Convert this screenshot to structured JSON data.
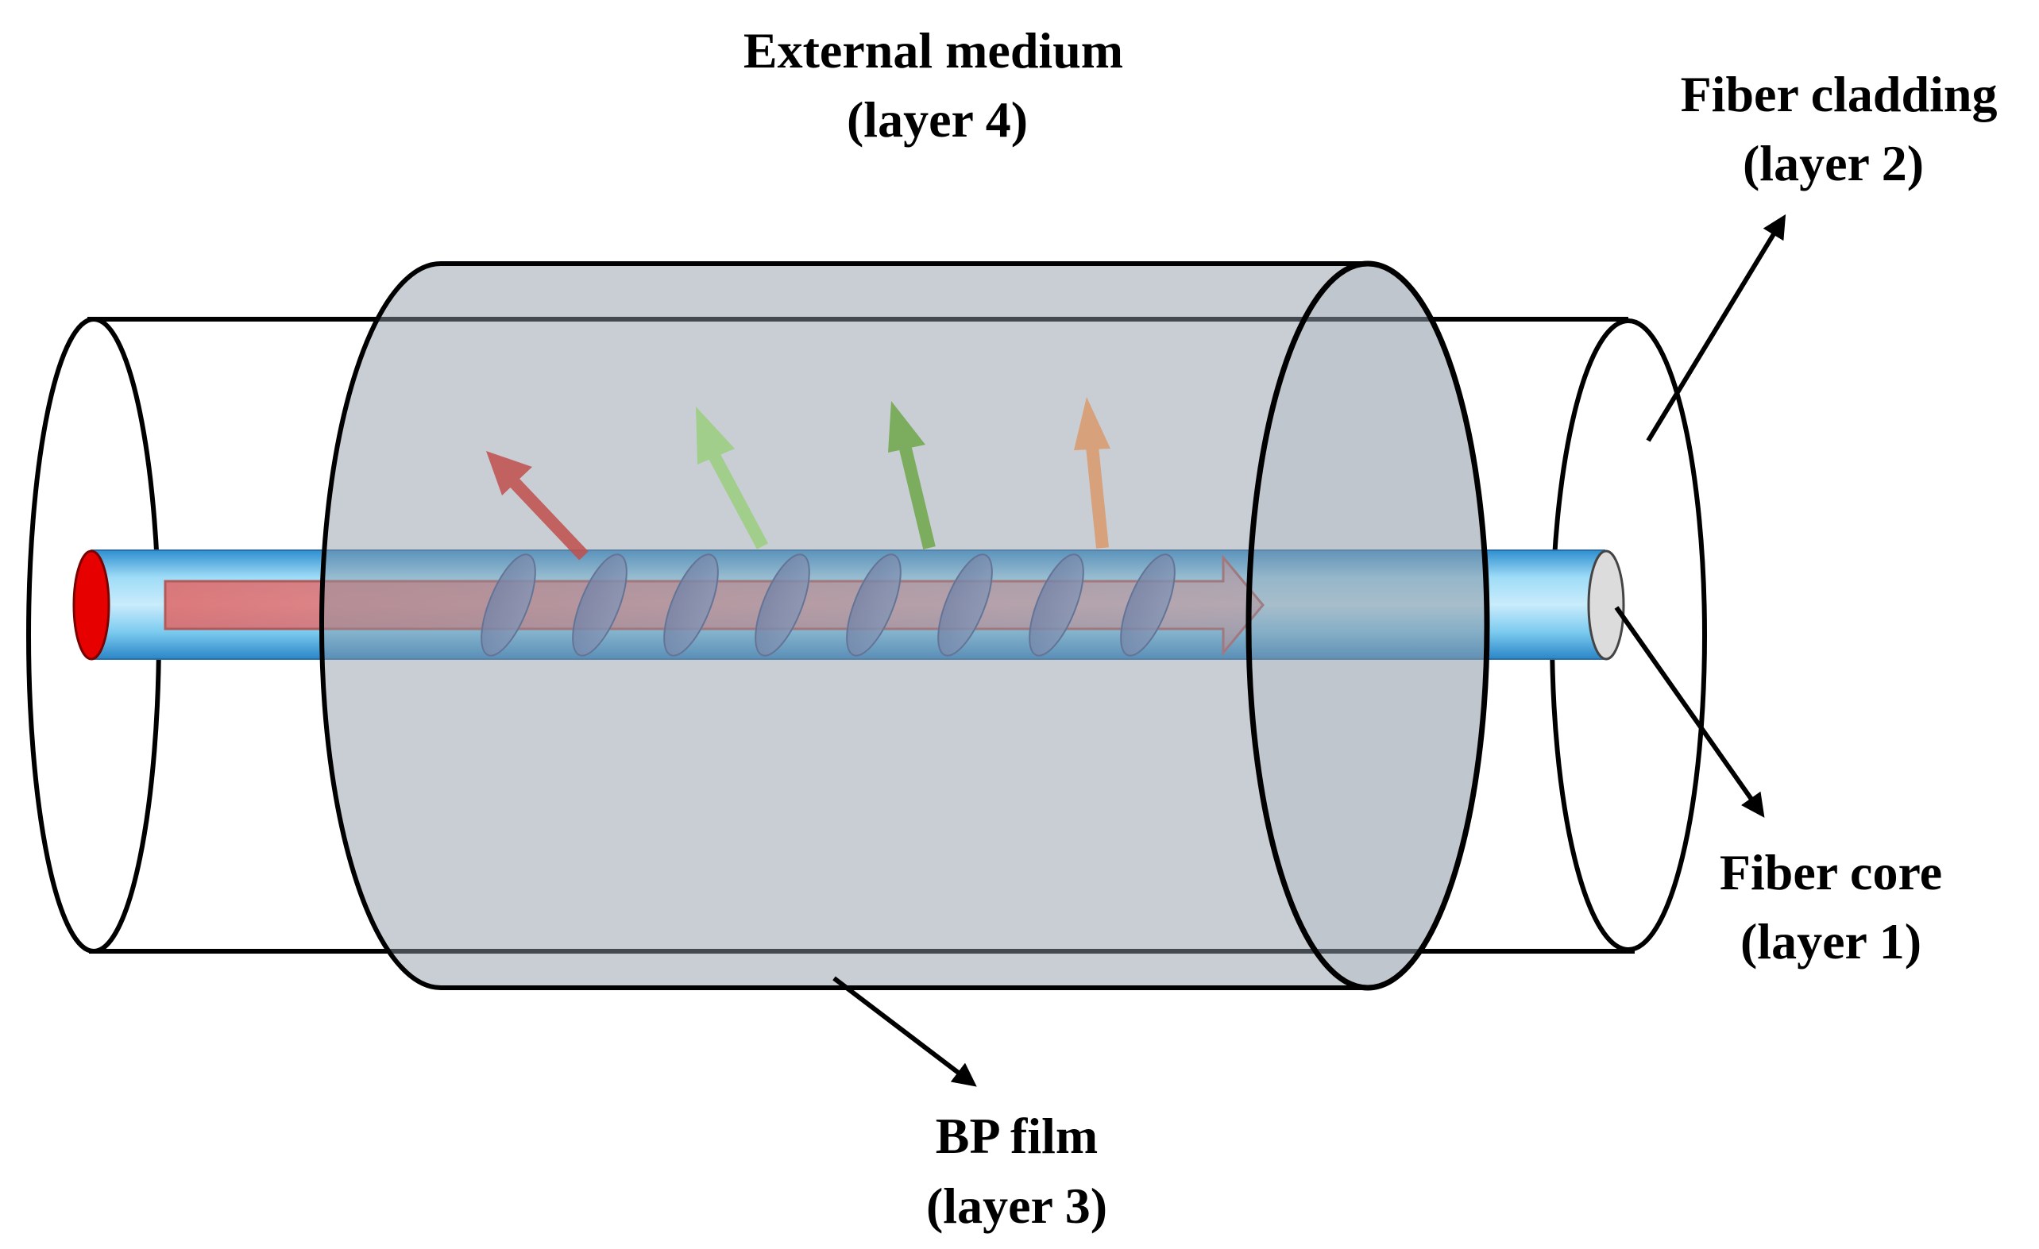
{
  "labels": {
    "external_medium": {
      "line1": "External medium",
      "line2": "(layer 4)"
    },
    "fiber_cladding": {
      "line1": "Fiber cladding",
      "line2": "(layer 2)"
    },
    "fiber_core": {
      "line1": "Fiber core",
      "line2": "(layer 1)"
    },
    "bp_film": {
      "line1": "BP film",
      "line2": "(layer 3)"
    }
  },
  "colors": {
    "core_fill": "#7fcdf0",
    "core_end": "#e60000",
    "film_fill": "#9aa4ae",
    "light_arrow": "#e58a8a",
    "grating": "#6d86b5",
    "emitted_1": "#c0504d",
    "emitted_2": "#9bcf7f",
    "emitted_3": "#6fa84a",
    "emitted_4": "#d99a6c"
  }
}
